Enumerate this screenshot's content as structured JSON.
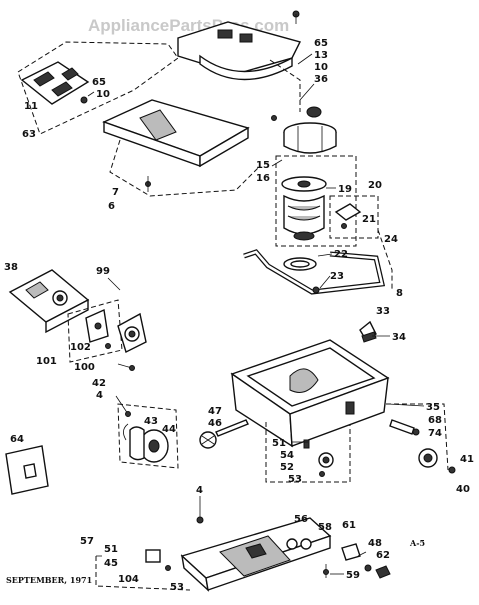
{
  "watermark": "AppliancePartsPros.com",
  "footer": {
    "date": "SEPTEMBER, 1971",
    "page_code": "A-5"
  },
  "callouts": [
    {
      "id": "c-65a",
      "label": "65"
    },
    {
      "id": "c-13",
      "label": "13"
    },
    {
      "id": "c-10a",
      "label": "10"
    },
    {
      "id": "c-36",
      "label": "36"
    },
    {
      "id": "c-65b",
      "label": "65"
    },
    {
      "id": "c-10b",
      "label": "10"
    },
    {
      "id": "c-11",
      "label": "11"
    },
    {
      "id": "c-63",
      "label": "63"
    },
    {
      "id": "c-7",
      "label": "7"
    },
    {
      "id": "c-6",
      "label": "6"
    },
    {
      "id": "c-15",
      "label": "15"
    },
    {
      "id": "c-16",
      "label": "16"
    },
    {
      "id": "c-19",
      "label": "19"
    },
    {
      "id": "c-20",
      "label": "20"
    },
    {
      "id": "c-21",
      "label": "21"
    },
    {
      "id": "c-24",
      "label": "24"
    },
    {
      "id": "c-22",
      "label": "22"
    },
    {
      "id": "c-23",
      "label": "23"
    },
    {
      "id": "c-8",
      "label": "8"
    },
    {
      "id": "c-38",
      "label": "38"
    },
    {
      "id": "c-99",
      "label": "99"
    },
    {
      "id": "c-101",
      "label": "101"
    },
    {
      "id": "c-102",
      "label": "102"
    },
    {
      "id": "c-100",
      "label": "100"
    },
    {
      "id": "c-33",
      "label": "33"
    },
    {
      "id": "c-34",
      "label": "34"
    },
    {
      "id": "c-42",
      "label": "42"
    },
    {
      "id": "c-4a",
      "label": "4"
    },
    {
      "id": "c-43",
      "label": "43"
    },
    {
      "id": "c-44",
      "label": "44"
    },
    {
      "id": "c-47",
      "label": "47"
    },
    {
      "id": "c-46",
      "label": "46"
    },
    {
      "id": "c-35",
      "label": "35"
    },
    {
      "id": "c-68",
      "label": "68"
    },
    {
      "id": "c-74",
      "label": "74"
    },
    {
      "id": "c-41",
      "label": "41"
    },
    {
      "id": "c-40",
      "label": "40"
    },
    {
      "id": "c-51a",
      "label": "51"
    },
    {
      "id": "c-54",
      "label": "54"
    },
    {
      "id": "c-52",
      "label": "52"
    },
    {
      "id": "c-53a",
      "label": "53"
    },
    {
      "id": "c-64",
      "label": "64"
    },
    {
      "id": "c-4b",
      "label": "4"
    },
    {
      "id": "c-56",
      "label": "56"
    },
    {
      "id": "c-58",
      "label": "58"
    },
    {
      "id": "c-61",
      "label": "61"
    },
    {
      "id": "c-48",
      "label": "48"
    },
    {
      "id": "c-62",
      "label": "62"
    },
    {
      "id": "c-57",
      "label": "57"
    },
    {
      "id": "c-51b",
      "label": "51"
    },
    {
      "id": "c-45",
      "label": "45"
    },
    {
      "id": "c-104",
      "label": "104"
    },
    {
      "id": "c-53b",
      "label": "53"
    },
    {
      "id": "c-59",
      "label": "59"
    }
  ]
}
